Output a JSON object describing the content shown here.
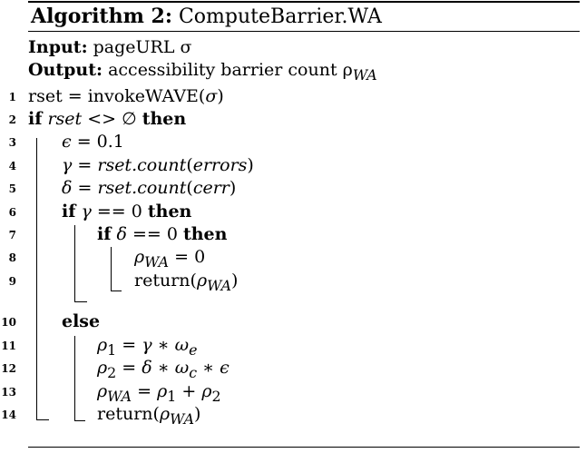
{
  "caption": {
    "label": "Algorithm 2:",
    "name": "ComputeBarrier.WA"
  },
  "io": [
    {
      "label": "Input:",
      "text": "pageURL σ"
    },
    {
      "label": "Output:",
      "text": "accessibility barrier count ρ",
      "sub": "WA"
    }
  ],
  "lines": [
    {
      "n": "1",
      "html": "rset = invokeWAVE(<span class=\"it\">σ</span>)"
    },
    {
      "n": "2",
      "html": "<span class=\"kw\">if</span> <span class=\"it\">rset</span> &lt;&gt; ∅ <span class=\"kw\">then</span>"
    },
    {
      "n": "3",
      "html": "<span class=\"it\">ϵ</span> = 0.1"
    },
    {
      "n": "4",
      "html": "<span class=\"it\">γ</span> = <span class=\"it\">rset.count</span>(<span class=\"it\">errors</span>)"
    },
    {
      "n": "5",
      "html": "<span class=\"it\">δ</span> = <span class=\"it\">rset.count</span>(<span class=\"it\">cerr</span>)"
    },
    {
      "n": "6",
      "html": "<span class=\"kw\">if</span> <span class=\"it\">γ</span> == 0 <span class=\"kw\">then</span>"
    },
    {
      "n": "7",
      "html": "<span class=\"kw\">if</span> <span class=\"it\">δ</span> == 0 <span class=\"kw\">then</span>"
    },
    {
      "n": "8",
      "html": "<span class=\"it\">ρ</span><sub class=\"it\">WA</sub> = 0"
    },
    {
      "n": "9",
      "html": "return(<span class=\"it\">ρ</span><sub class=\"it\">WA</sub>)"
    },
    {
      "n": "10",
      "html": "<span class=\"kw\">else</span>"
    },
    {
      "n": "11",
      "html": "<span class=\"it\">ρ</span><sub>1</sub> = <span class=\"it\">γ</span> ∗ <span class=\"it\">ω</span><sub class=\"it\">e</sub>"
    },
    {
      "n": "12",
      "html": "<span class=\"it\">ρ</span><sub>2</sub> = <span class=\"it\">δ</span> ∗ <span class=\"it\">ω</span><sub class=\"it\">c</sub> ∗ <span class=\"it\">ϵ</span>"
    },
    {
      "n": "13",
      "html": "<span class=\"it\">ρ</span><sub class=\"it\">WA</sub> = <span class=\"it\">ρ</span><sub>1</sub> + <span class=\"it\">ρ</span><sub>2</sub>"
    },
    {
      "n": "14",
      "html": "return(<span class=\"it\">ρ</span><sub class=\"it\">WA</sub>)"
    }
  ]
}
